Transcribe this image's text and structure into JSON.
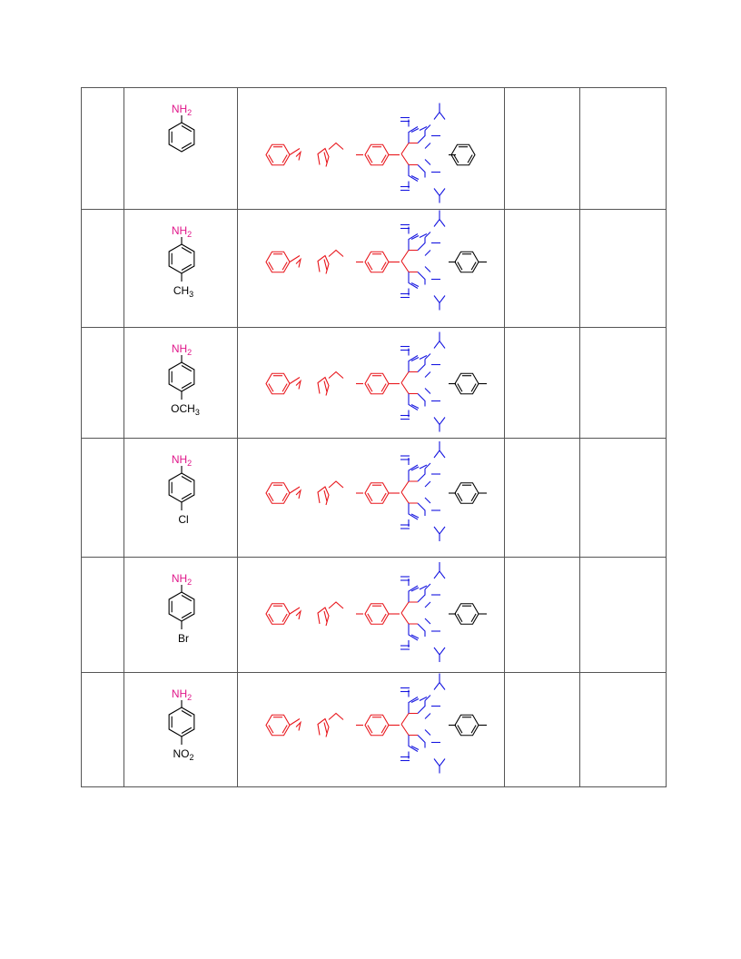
{
  "colors": {
    "amine": "#e0168a",
    "red": "#e8151b",
    "blue": "#1515e0",
    "black": "#000000"
  },
  "rows": [
    {
      "amine_label": "NH",
      "amine_sub": "2",
      "substituent": "",
      "substituent_sub": "",
      "substituent_tail": "",
      "col1": "",
      "col4": "",
      "col5": ""
    },
    {
      "amine_label": "NH",
      "amine_sub": "2",
      "substituent": "CH",
      "substituent_sub": "3",
      "substituent_tail": "",
      "col1": "",
      "col4": "",
      "col5": ""
    },
    {
      "amine_label": "NH",
      "amine_sub": "2",
      "substituent": "OCH",
      "substituent_sub": "3",
      "substituent_tail": "",
      "col1": "",
      "col4": "",
      "col5": ""
    },
    {
      "amine_label": "NH",
      "amine_sub": "2",
      "substituent": "Cl",
      "substituent_sub": "",
      "substituent_tail": "",
      "col1": "",
      "col4": "",
      "col5": ""
    },
    {
      "amine_label": "NH",
      "amine_sub": "2",
      "substituent": "Br",
      "substituent_sub": "",
      "substituent_tail": "",
      "col1": "",
      "col4": "",
      "col5": ""
    },
    {
      "amine_label": "NH",
      "amine_sub": "2",
      "substituent": "NO",
      "substituent_sub": "2",
      "substituent_tail": "",
      "col1": "",
      "col4": "",
      "col5": ""
    }
  ]
}
